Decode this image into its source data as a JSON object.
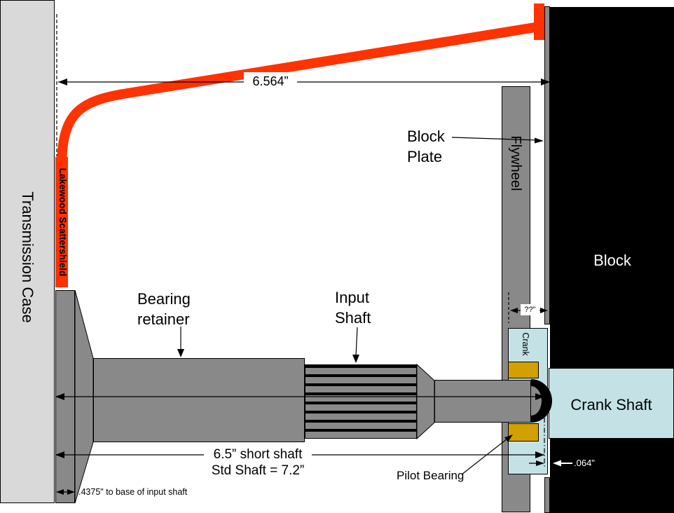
{
  "colors": {
    "scattershield_orange": "#FF3300",
    "metal_gray": "#898989",
    "case_gray": "#D9D9D9",
    "crank_blue": "#C4E2E6",
    "pilot_bearing_gold": "#D2A000",
    "block_black": "#000000"
  },
  "parts": {
    "transmission_case": "Transmission Case",
    "scattershield": "Lakewood Scattershield",
    "bearing_retainer": "Bearing\nretainer",
    "input_shaft": "Input\nShaft",
    "block_plate": "Block\nPlate",
    "flywheel": "Flywheel",
    "block": "Block",
    "crank": "Crank",
    "crank_shaft": "Crank Shaft",
    "pilot_bearing": "Pilot Bearing"
  },
  "dimensions": {
    "case_to_block": "6.564”",
    "shaft_length": "6.5” short shaft\nStd Shaft = 7.2”",
    "retainer_base": ".4375\" to base of input shaft",
    "flywheel_gap": "??\"",
    "crank_clearance": ".064\""
  }
}
